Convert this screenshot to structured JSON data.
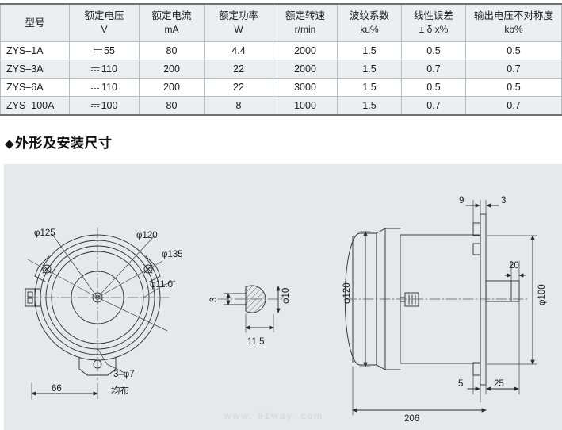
{
  "table": {
    "headers": [
      {
        "title": "型号",
        "unit": ""
      },
      {
        "title": "额定电压",
        "unit": "V"
      },
      {
        "title": "额定电流",
        "unit": "mA"
      },
      {
        "title": "额定功率",
        "unit": "W"
      },
      {
        "title": "额定转速",
        "unit": "r/min"
      },
      {
        "title": "波纹系数",
        "unit": "ku%"
      },
      {
        "title": "线性误差",
        "unit": "± δ x%"
      },
      {
        "title": "输出电压不对称度",
        "unit": "kb%"
      }
    ],
    "rows": [
      {
        "model": "ZYS–1A",
        "voltage": "55",
        "current": "80",
        "power": "4.4",
        "speed": "2000",
        "ripple": "1.5",
        "linearity": "0.5",
        "asymmetry": "0.5"
      },
      {
        "model": "ZYS–3A",
        "voltage": "110",
        "current": "200",
        "power": "22",
        "speed": "2000",
        "ripple": "1.5",
        "linearity": "0.7",
        "asymmetry": "0.7"
      },
      {
        "model": "ZYS–6A",
        "voltage": "110",
        "current": "200",
        "power": "22",
        "speed": "3000",
        "ripple": "1.5",
        "linearity": "0.5",
        "asymmetry": "0.5"
      },
      {
        "model": "ZYS–100A",
        "voltage": "100",
        "current": "80",
        "power": "8",
        "speed": "1000",
        "ripple": "1.5",
        "linearity": "0.7",
        "asymmetry": "0.7"
      }
    ]
  },
  "section": {
    "bullet": "◆",
    "title": "外形及安装尺寸"
  },
  "drawings": {
    "front_view": {
      "labels": {
        "d125": "φ125",
        "d120": "φ120",
        "d135": "φ135",
        "d110": "φ11.0",
        "holes": "3–φ7",
        "holes_note": "均布",
        "width66": "66"
      }
    },
    "shaft_detail": {
      "labels": {
        "flat": "3",
        "dia": "φ10",
        "len": "11.5"
      }
    },
    "side_view": {
      "labels": {
        "body_dia": "φ120",
        "flange_dia": "φ100",
        "total_len": "206",
        "d9": "9",
        "d3": "3",
        "d20": "20",
        "d5": "5",
        "d25": "25"
      }
    }
  },
  "watermark": "www. 91way. com"
}
